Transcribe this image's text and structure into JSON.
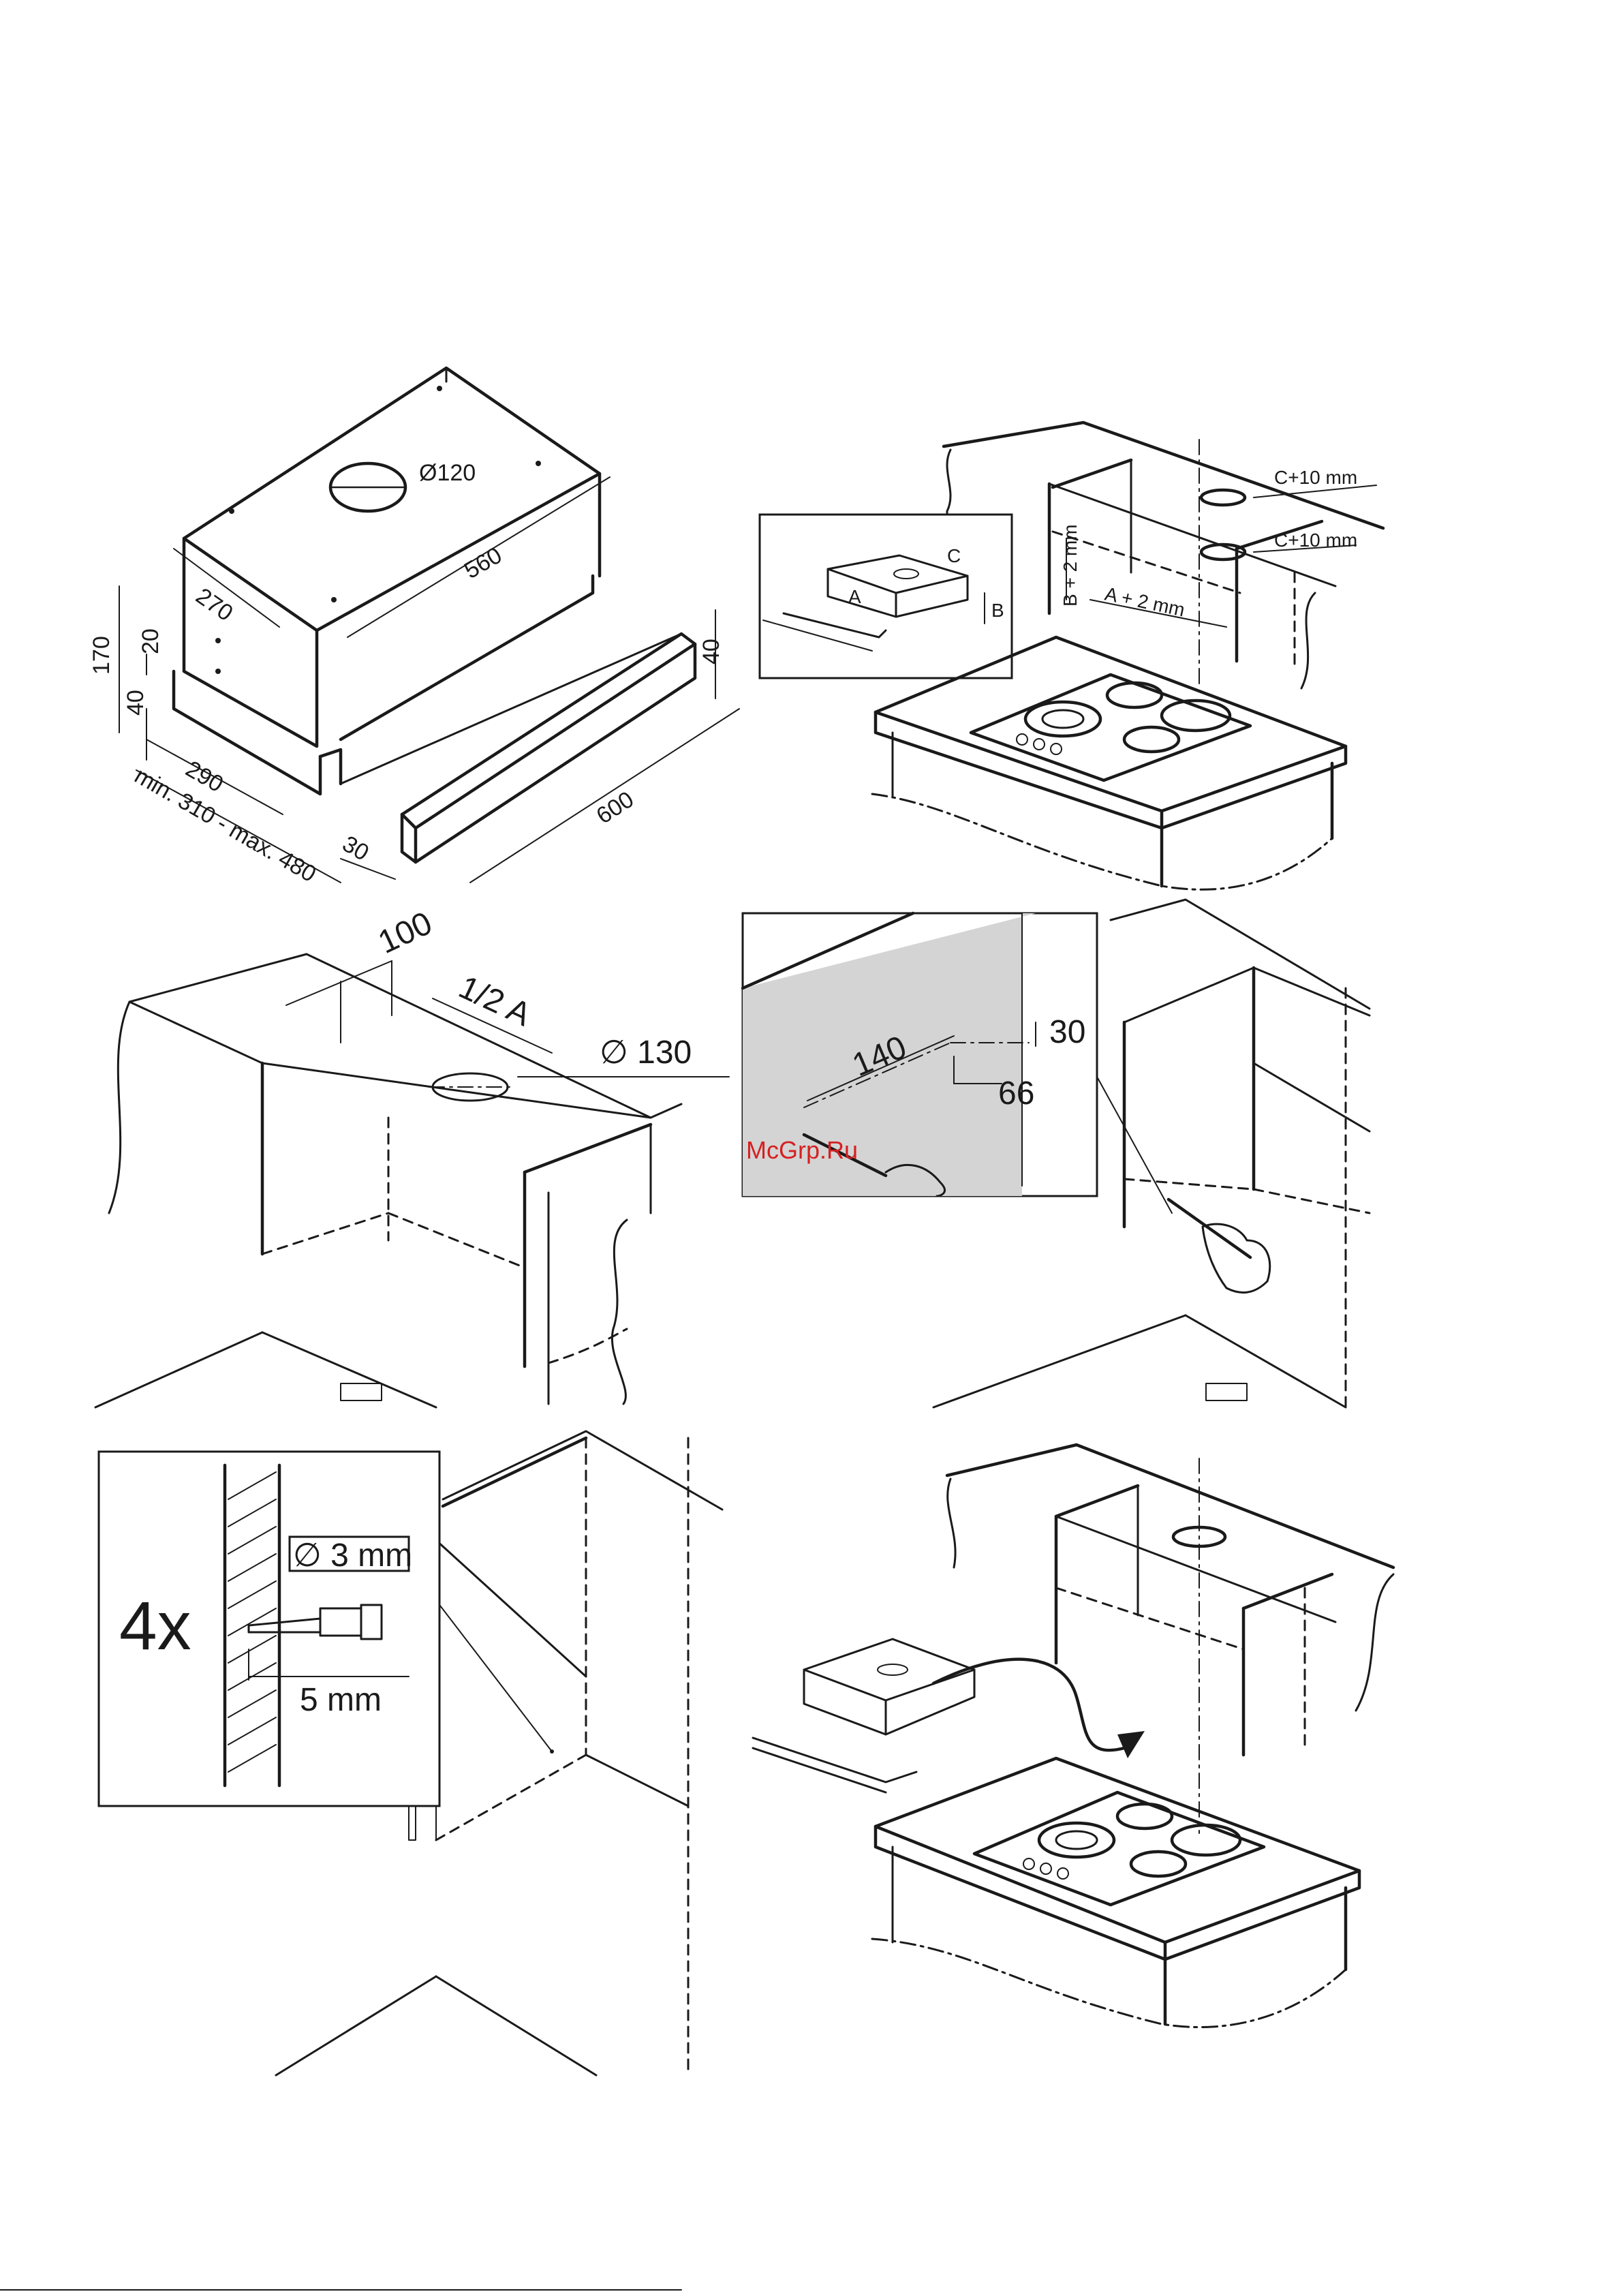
{
  "figure1_dimensions": {
    "duct_diameter": "Ø120",
    "depth_top": "560",
    "width_side": "270",
    "height": "170",
    "top_offset": "20",
    "rail_height_left": "40",
    "front_depth": "290",
    "extension_range": "min. 310 - max. 480",
    "visor_thickness": "30",
    "visor_width": "600",
    "visor_height": "40"
  },
  "figure2_cabinet": {
    "label_c": "C",
    "label_a": "A",
    "label_b": "B",
    "cutout_c": "C+10 mm",
    "cutout_c2": "C+10 mm",
    "cutout_b": "B + 2 mm",
    "cutout_a": "A + 2 mm"
  },
  "figure3_marking": {
    "offset": "100",
    "half_width": "1/2 A",
    "hole_diameter": "∅ 130"
  },
  "figure4_drill_template": {
    "horizontal": "140",
    "vertical": "30",
    "side_offset": "66",
    "watermark": "McGrp.Ru"
  },
  "figure5_drilling": {
    "quantity": "4x",
    "drill_diameter": "∅ 3 mm",
    "depth": "5 mm"
  }
}
